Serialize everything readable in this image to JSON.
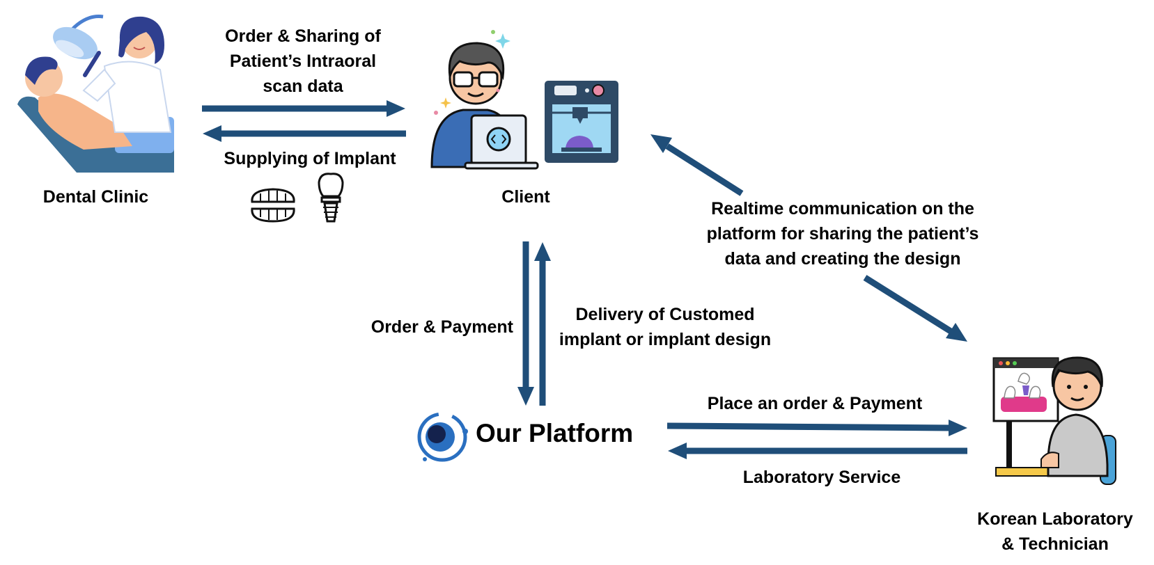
{
  "nodes": {
    "dental_clinic": "Dental Clinic",
    "client": "Client",
    "platform": "Our Platform",
    "laboratory": "Korean Laboratory\n& Technician"
  },
  "flows": {
    "order_sharing": "Order & Sharing of\nPatient’s Intraoral\nscan data",
    "supplying_implant": "Supplying of Implant",
    "order_payment": "Order & Payment",
    "delivery": "Delivery of Customed\nimplant or implant design",
    "realtime": "Realtime communication on the\nplatform for sharing the patient’s\ndata and creating the design",
    "place_order": "Place an order & Payment",
    "lab_service": "Laboratory Service"
  },
  "colors": {
    "arrow": "#1f4e79",
    "navy": "#2f3f8f",
    "skin": "#f7c6a3",
    "printer": "#2e4a66",
    "platform_logo": "#2a6fc0"
  },
  "icons": [
    "dental-clinic-illustration",
    "developer-icon",
    "3d-printer-icon",
    "dentures-icon",
    "dental-implant-icon",
    "platform-logo-icon",
    "technician-icon"
  ]
}
